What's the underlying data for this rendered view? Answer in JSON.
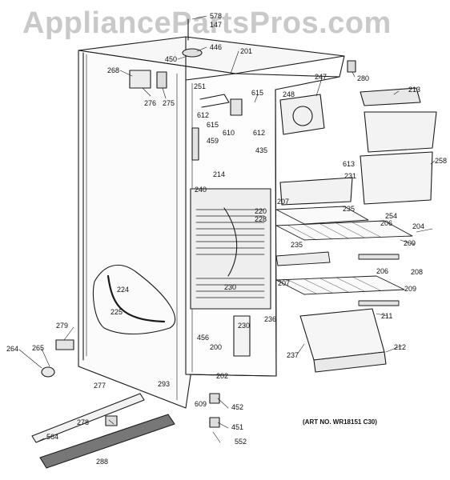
{
  "watermark": "AppliancePartsPros.com",
  "art_number": "(ART NO. WR18151 C30)",
  "callouts": [
    "578",
    "147",
    "446",
    "450",
    "201",
    "268",
    "276",
    "275",
    "251",
    "612",
    "615",
    "610",
    "615",
    "612",
    "247",
    "248",
    "280",
    "213",
    "459",
    "435",
    "613",
    "258",
    "214",
    "240",
    "220",
    "228",
    "207",
    "235",
    "231",
    "254",
    "206",
    "204",
    "209",
    "235",
    "230",
    "207",
    "206",
    "208",
    "209",
    "224",
    "225",
    "279",
    "230",
    "236",
    "211",
    "264",
    "265",
    "456",
    "200",
    "237",
    "212",
    "202",
    "293",
    "277",
    "609",
    "452",
    "278",
    "451",
    "552",
    "564",
    "288"
  ]
}
